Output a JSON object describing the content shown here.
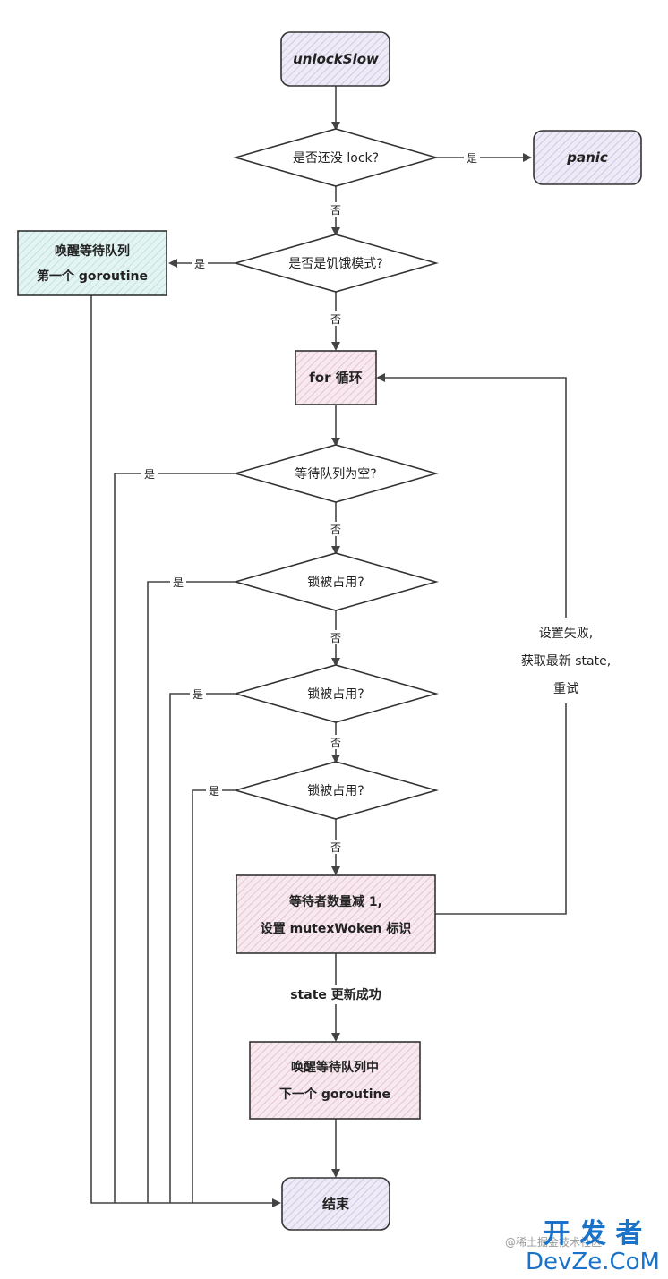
{
  "nodes": {
    "start": "unlockSlow",
    "q_locked": "是否还没 lock?",
    "panic": "panic",
    "q_starving": "是否是饥饿模式?",
    "wake_first_l1": "唤醒等待队列",
    "wake_first_l2": "第一个 goroutine",
    "for_loop": "for 循环",
    "q_queue_empty": "等待队列为空?",
    "q_lock_used_1": "锁被占用?",
    "q_lock_used_2": "锁被占用?",
    "q_lock_used_3": "锁被占用?",
    "dec_l1": "等待者数量减 1,",
    "dec_l2": "设置 mutexWoken 标识",
    "wake_next_l1": "唤醒等待队列中",
    "wake_next_l2": "下一个 goroutine",
    "end": "结束"
  },
  "edges": {
    "yes": "是",
    "no": "否",
    "retry_l1": "设置失败,",
    "retry_l2": "获取最新 state,",
    "retry_l3": "重试",
    "state_ok": "state 更新成功"
  },
  "watermark": {
    "brand_cn": "开 发 者",
    "brand_en": "DevZe.CoM",
    "community": "@稀土掘金技术社区"
  },
  "colors": {
    "purple_box": "#e6e2f1",
    "teal_box": "#d7efee",
    "pink_box": "#f1dde6",
    "stroke": "#333333",
    "watermark": "#1a73c9"
  }
}
